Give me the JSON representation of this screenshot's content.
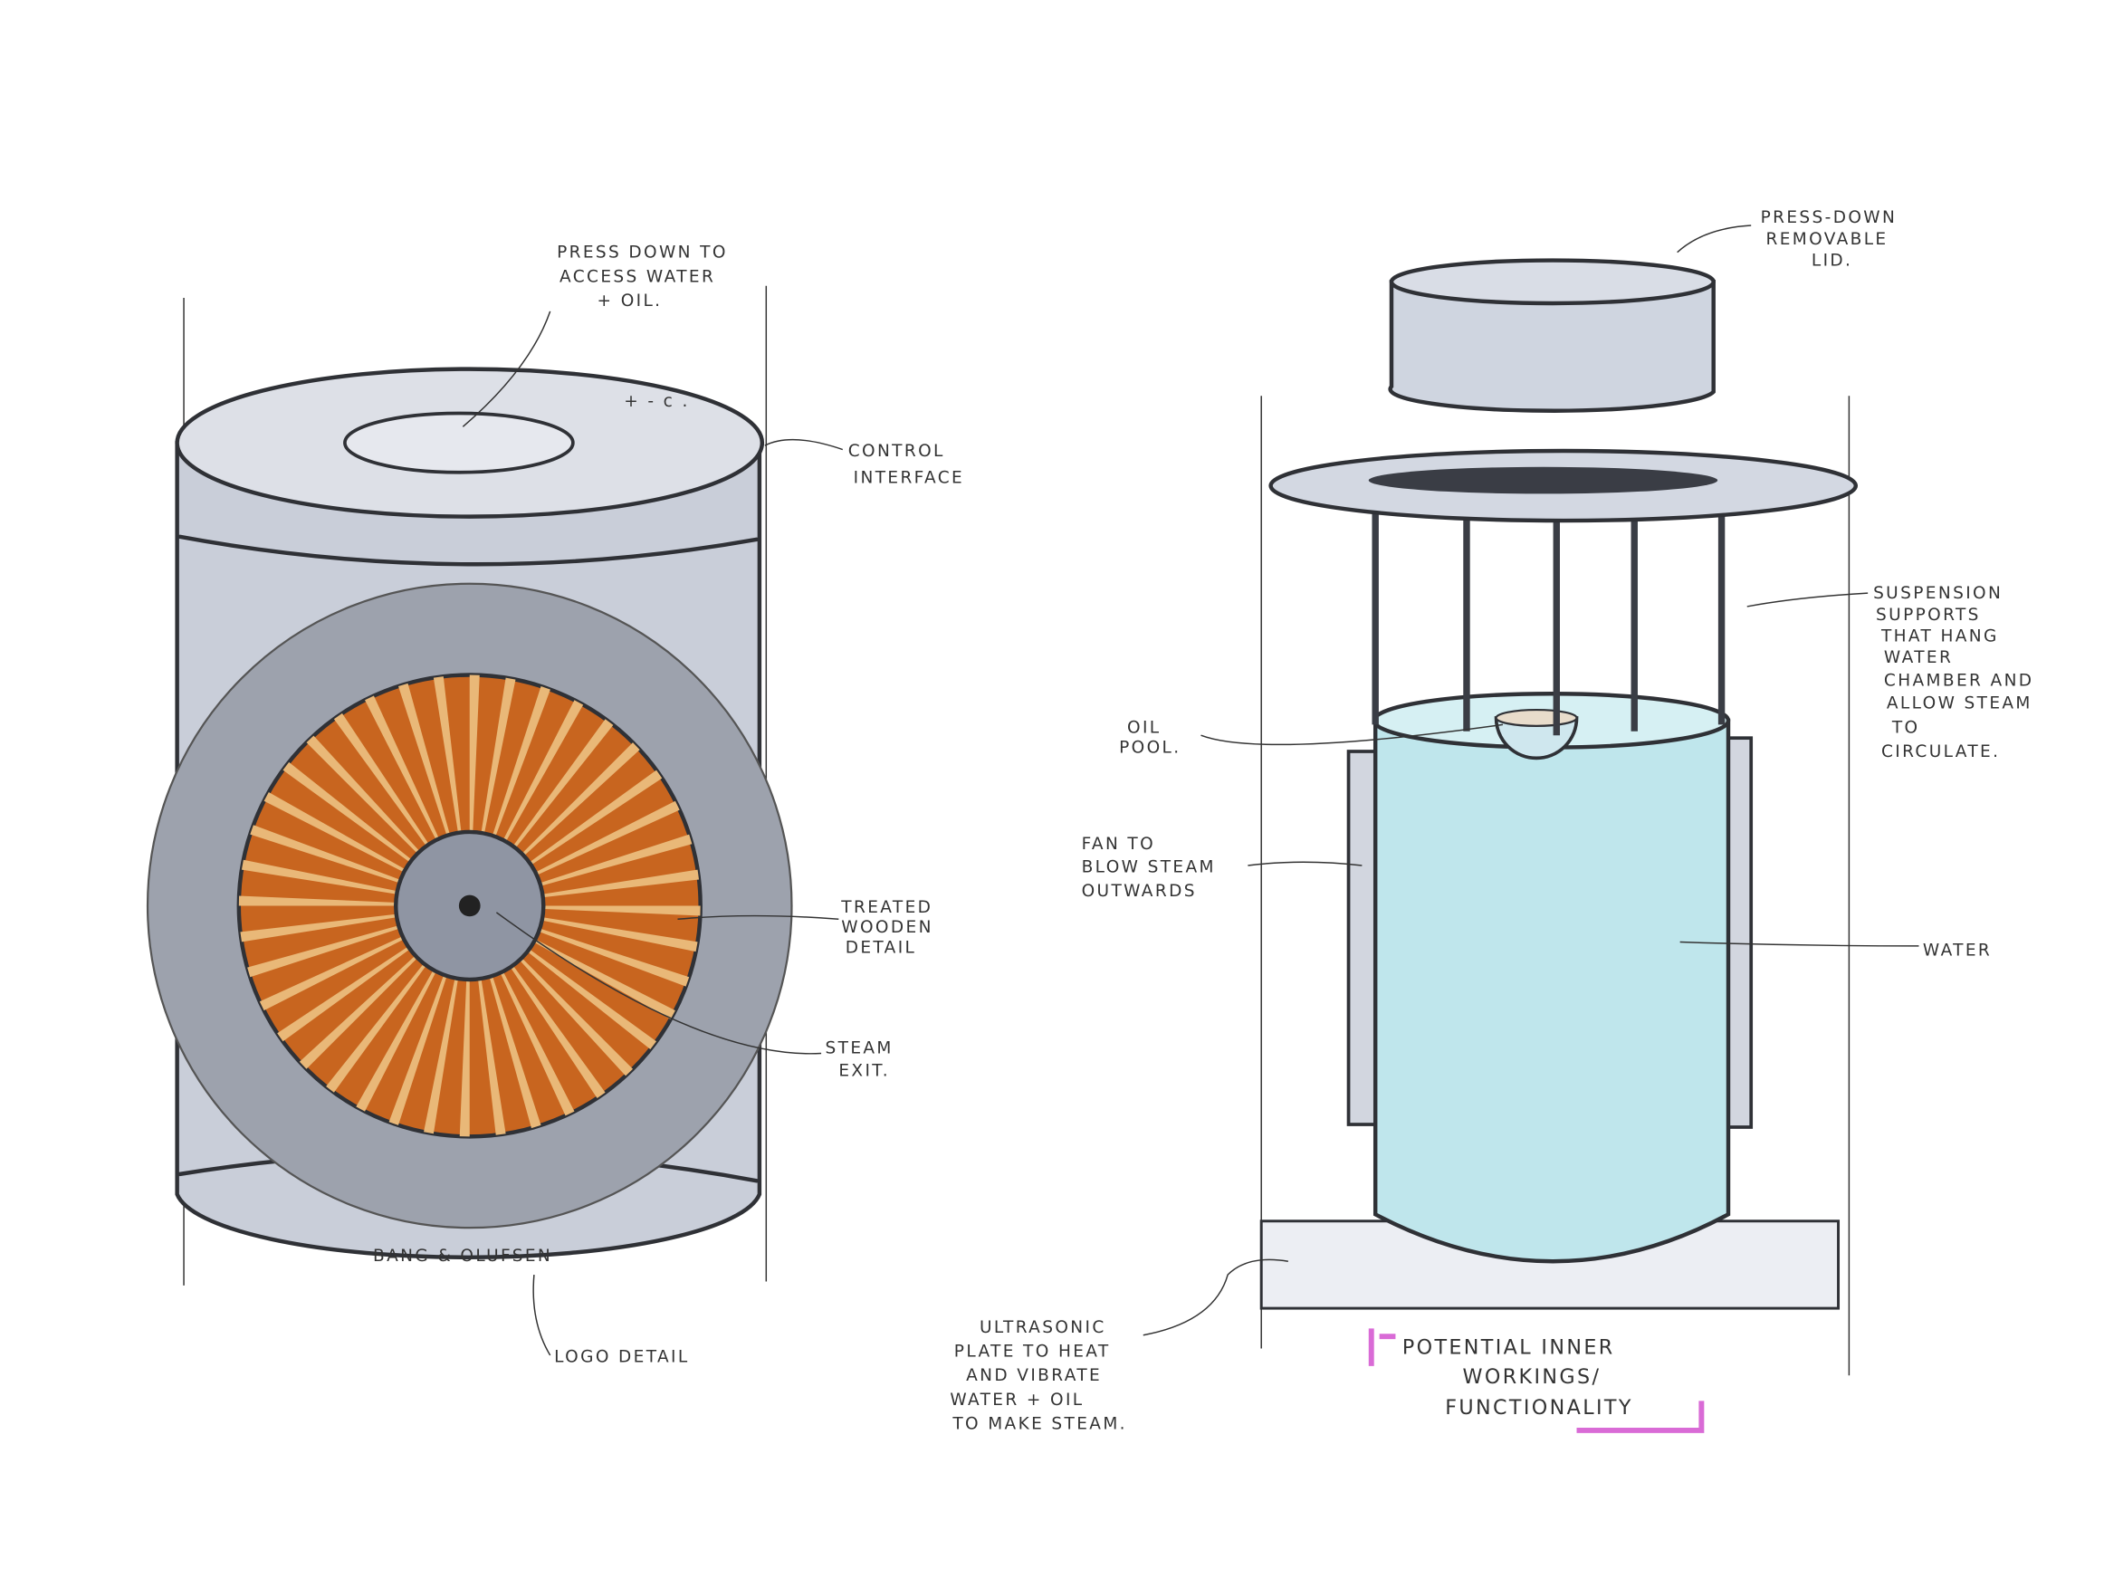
{
  "colors": {
    "ink": "#2f3136",
    "body": "#c9ced9",
    "face": "#8e939e",
    "wood_dark": "#c8651f",
    "wood_light": "#e9b878",
    "water": "#bfe6ec",
    "highlight": "#d96bd6"
  },
  "left_labels": {
    "press_down": [
      "PRESS DOWN TO",
      "ACCESS WATER",
      "+ OIL."
    ],
    "control": [
      "CONTROL",
      "INTERFACE"
    ],
    "control_marks": "+  -  c  .",
    "wooden": [
      "TREATED",
      "WOODEN",
      "DETAIL"
    ],
    "steam": [
      "STEAM",
      "EXIT."
    ],
    "brand": "BANG & OLUFSEN",
    "logo": [
      "LOGO DETAIL"
    ]
  },
  "right_labels": {
    "lid": [
      "PRESS-DOWN",
      "REMOVABLE",
      "LID."
    ],
    "suspension": [
      "SUSPENSION",
      "SUPPORTS",
      "THAT HANG",
      "WATER",
      "CHAMBER AND",
      "ALLOW STEAM",
      "TO",
      "CIRCULATE."
    ],
    "oil": [
      "OIL",
      "POOL."
    ],
    "fan": [
      "FAN TO",
      "BLOW STEAM",
      "OUTWARDS"
    ],
    "water": [
      "WATER"
    ],
    "ultrasonic": [
      "ULTRASONIC",
      "PLATE TO HEAT",
      "AND VIBRATE",
      "WATER + OIL",
      "TO MAKE STEAM."
    ],
    "title": [
      "POTENTIAL INNER",
      "WORKINGS/",
      "FUNCTIONALITY"
    ]
  }
}
